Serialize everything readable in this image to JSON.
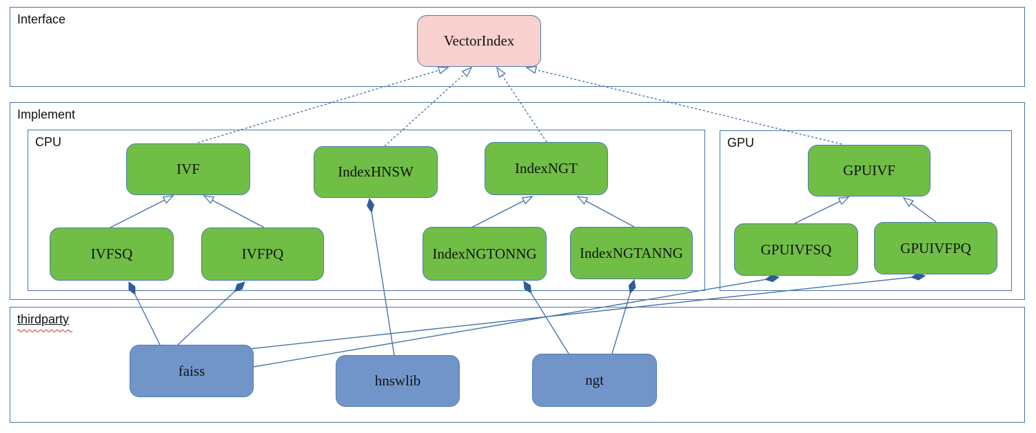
{
  "diagram": {
    "containers": {
      "interface": {
        "label": "Interface"
      },
      "implement": {
        "label": "Implement"
      },
      "cpu": {
        "label": "CPU"
      },
      "gpu": {
        "label": "GPU"
      },
      "thirdparty": {
        "label": "thirdparty",
        "spellcheck_underline": true
      }
    },
    "nodes": {
      "vectorindex": {
        "label": "VectorIndex",
        "container": "interface"
      },
      "ivf": {
        "label": "IVF",
        "container": "cpu"
      },
      "indexhnsw": {
        "label": "IndexHNSW",
        "container": "cpu"
      },
      "indexngt": {
        "label": "IndexNGT",
        "container": "cpu"
      },
      "ivfsq": {
        "label": "IVFSQ",
        "container": "cpu"
      },
      "ivfpq": {
        "label": "IVFPQ",
        "container": "cpu"
      },
      "indexngtonng": {
        "label": "IndexNGTONNG",
        "container": "cpu"
      },
      "indexngtanng": {
        "label": "IndexNGTANNG",
        "container": "cpu"
      },
      "gpuivf": {
        "label": "GPUIVF",
        "container": "gpu"
      },
      "gpuivfsq": {
        "label": "GPUIVFSQ",
        "container": "gpu"
      },
      "gpuivfpq": {
        "label": "GPUIVFPQ",
        "container": "gpu"
      },
      "faiss": {
        "label": "faiss",
        "container": "thirdparty"
      },
      "hnswlib": {
        "label": "hnswlib",
        "container": "thirdparty"
      },
      "ngt": {
        "label": "ngt",
        "container": "thirdparty"
      }
    },
    "edges": [
      {
        "from": "ivf",
        "to": "vectorindex",
        "kind": "realization",
        "points": [
          [
            287,
            207
          ],
          [
            650,
            98
          ]
        ]
      },
      {
        "from": "indexhnsw",
        "to": "vectorindex",
        "kind": "realization",
        "points": [
          [
            558,
            212
          ],
          [
            684,
            98
          ]
        ]
      },
      {
        "from": "indexngt",
        "to": "vectorindex",
        "kind": "realization",
        "points": [
          [
            793,
            206
          ],
          [
            721,
            98
          ]
        ]
      },
      {
        "from": "gpuivf",
        "to": "vectorindex",
        "kind": "realization",
        "points": [
          [
            1221,
            209
          ],
          [
            764,
            98
          ]
        ]
      },
      {
        "from": "ivfsq",
        "to": "ivf",
        "kind": "generalization",
        "points": [
          [
            160,
            330
          ],
          [
            251,
            284
          ]
        ]
      },
      {
        "from": "ivfpq",
        "to": "ivf",
        "kind": "generalization",
        "points": [
          [
            383,
            330
          ],
          [
            296,
            284
          ]
        ]
      },
      {
        "from": "indexngtonng",
        "to": "indexngt",
        "kind": "generalization",
        "points": [
          [
            680,
            332
          ],
          [
            772,
            285
          ]
        ]
      },
      {
        "from": "indexngtanng",
        "to": "indexngt",
        "kind": "generalization",
        "points": [
          [
            920,
            329
          ],
          [
            838,
            285
          ]
        ]
      },
      {
        "from": "gpuivfsq",
        "to": "gpuivf",
        "kind": "generalization",
        "points": [
          [
            1153,
            324
          ],
          [
            1231,
            286
          ]
        ]
      },
      {
        "from": "gpuivfpq",
        "to": "gpuivf",
        "kind": "generalization",
        "points": [
          [
            1358,
            322
          ],
          [
            1311,
            287
          ]
        ]
      },
      {
        "from": "faiss",
        "to": "ivfsq",
        "kind": "composition",
        "points": [
          [
            232,
            500
          ],
          [
            187,
            409
          ]
        ]
      },
      {
        "from": "faiss",
        "to": "ivfpq",
        "kind": "composition",
        "points": [
          [
            258,
            500
          ],
          [
            355,
            409
          ]
        ]
      },
      {
        "from": "faiss",
        "to": "gpuivfsq",
        "kind": "composition",
        "points": [
          [
            368,
            532
          ],
          [
            1130,
            402
          ]
        ]
      },
      {
        "from": "faiss",
        "to": "gpuivfpq",
        "kind": "composition",
        "points": [
          [
            362,
            506
          ],
          [
            1342,
            400
          ]
        ]
      },
      {
        "from": "hnswlib",
        "to": "indexhnsw",
        "kind": "composition",
        "points": [
          [
            572,
            516
          ],
          [
            536,
            288
          ]
        ]
      },
      {
        "from": "ngt",
        "to": "indexngtonng",
        "kind": "composition",
        "points": [
          [
            825,
            513
          ],
          [
            760,
            408
          ]
        ]
      },
      {
        "from": "ngt",
        "to": "indexngtanng",
        "kind": "composition",
        "points": [
          [
            888,
            513
          ],
          [
            920,
            406
          ]
        ]
      }
    ],
    "colors": {
      "canvas_bg": "#ffffff",
      "container_stroke": "#4473a9",
      "edge_stroke": "#4473a9",
      "node_stroke": "#4a7ab5",
      "interface_fill": "#f8d0cd",
      "implement_fill": "#70be45",
      "thirdparty_fill": "#7295c9",
      "diamond_fill": "#2e5c9a",
      "label_color": "#111111",
      "spellcheck_color": "#d0342c"
    }
  }
}
